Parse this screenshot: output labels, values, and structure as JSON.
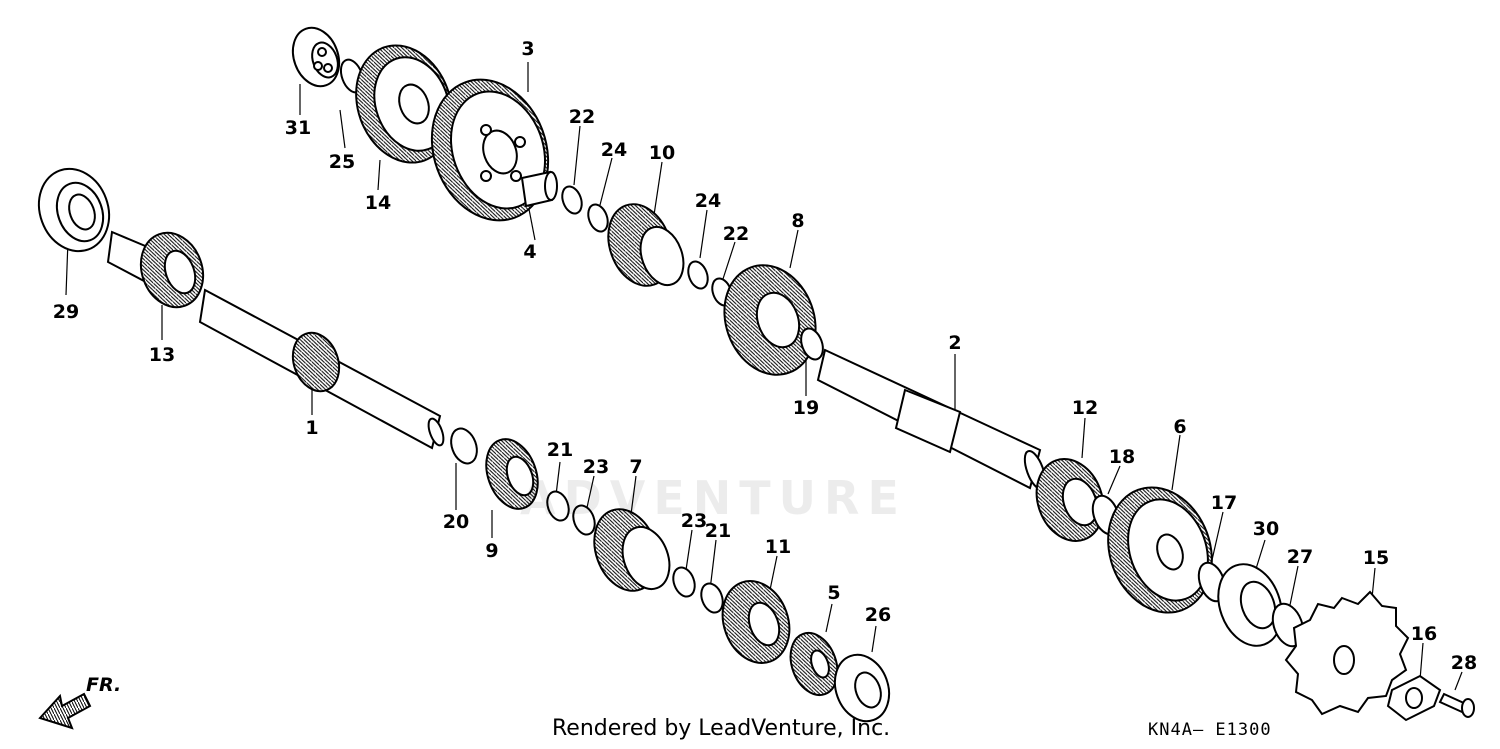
{
  "watermark": "ADVENTURE",
  "credit": "Rendered by LeadVenture, Inc.",
  "diagram_code": "KN4A— E1300",
  "direction_label": "FR.",
  "callouts": {
    "c1": "1",
    "c2": "2",
    "c3": "3",
    "c4": "4",
    "c5": "5",
    "c6": "6",
    "c7": "7",
    "c8": "8",
    "c9": "9",
    "c10": "10",
    "c11": "11",
    "c12": "12",
    "c13": "13",
    "c14": "14",
    "c15": "15",
    "c16": "16",
    "c17": "17",
    "c18": "18",
    "c19": "19",
    "c20": "20",
    "c21a": "21",
    "c21b": "21",
    "c22a": "22",
    "c22b": "22",
    "c23a": "23",
    "c23b": "23",
    "c24a": "24",
    "c24b": "24",
    "c25": "25",
    "c26": "26",
    "c27": "27",
    "c28": "28",
    "c29": "29",
    "c30": "30",
    "c31": "31"
  }
}
